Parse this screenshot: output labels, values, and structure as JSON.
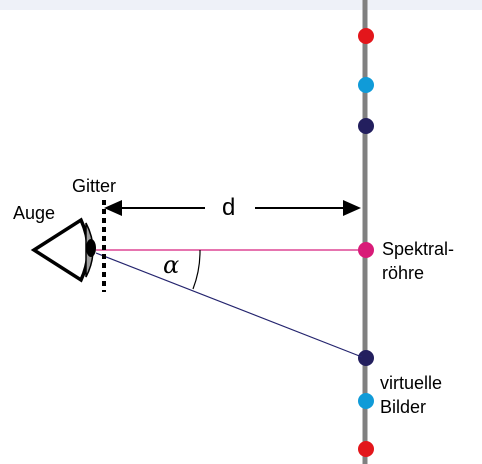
{
  "labels": {
    "eye": "Auge",
    "grating": "Gitter",
    "distance": "d",
    "angle": "α",
    "spectral_tube": [
      "Spektral-",
      "röhre"
    ],
    "virtual_images": [
      "virtuelle",
      "Bilder"
    ]
  },
  "colors": {
    "top_band": "#eef1f8",
    "screen": "#808080",
    "red_dot": "#e3161b",
    "cyan_dot": "#109bd8",
    "navy_dot": "#231f5e",
    "magenta_dot": "#d81b78",
    "direct_line": "#d8217f",
    "diffracted_line": "#24246e",
    "eye_fill": "#9e9e9e"
  }
}
